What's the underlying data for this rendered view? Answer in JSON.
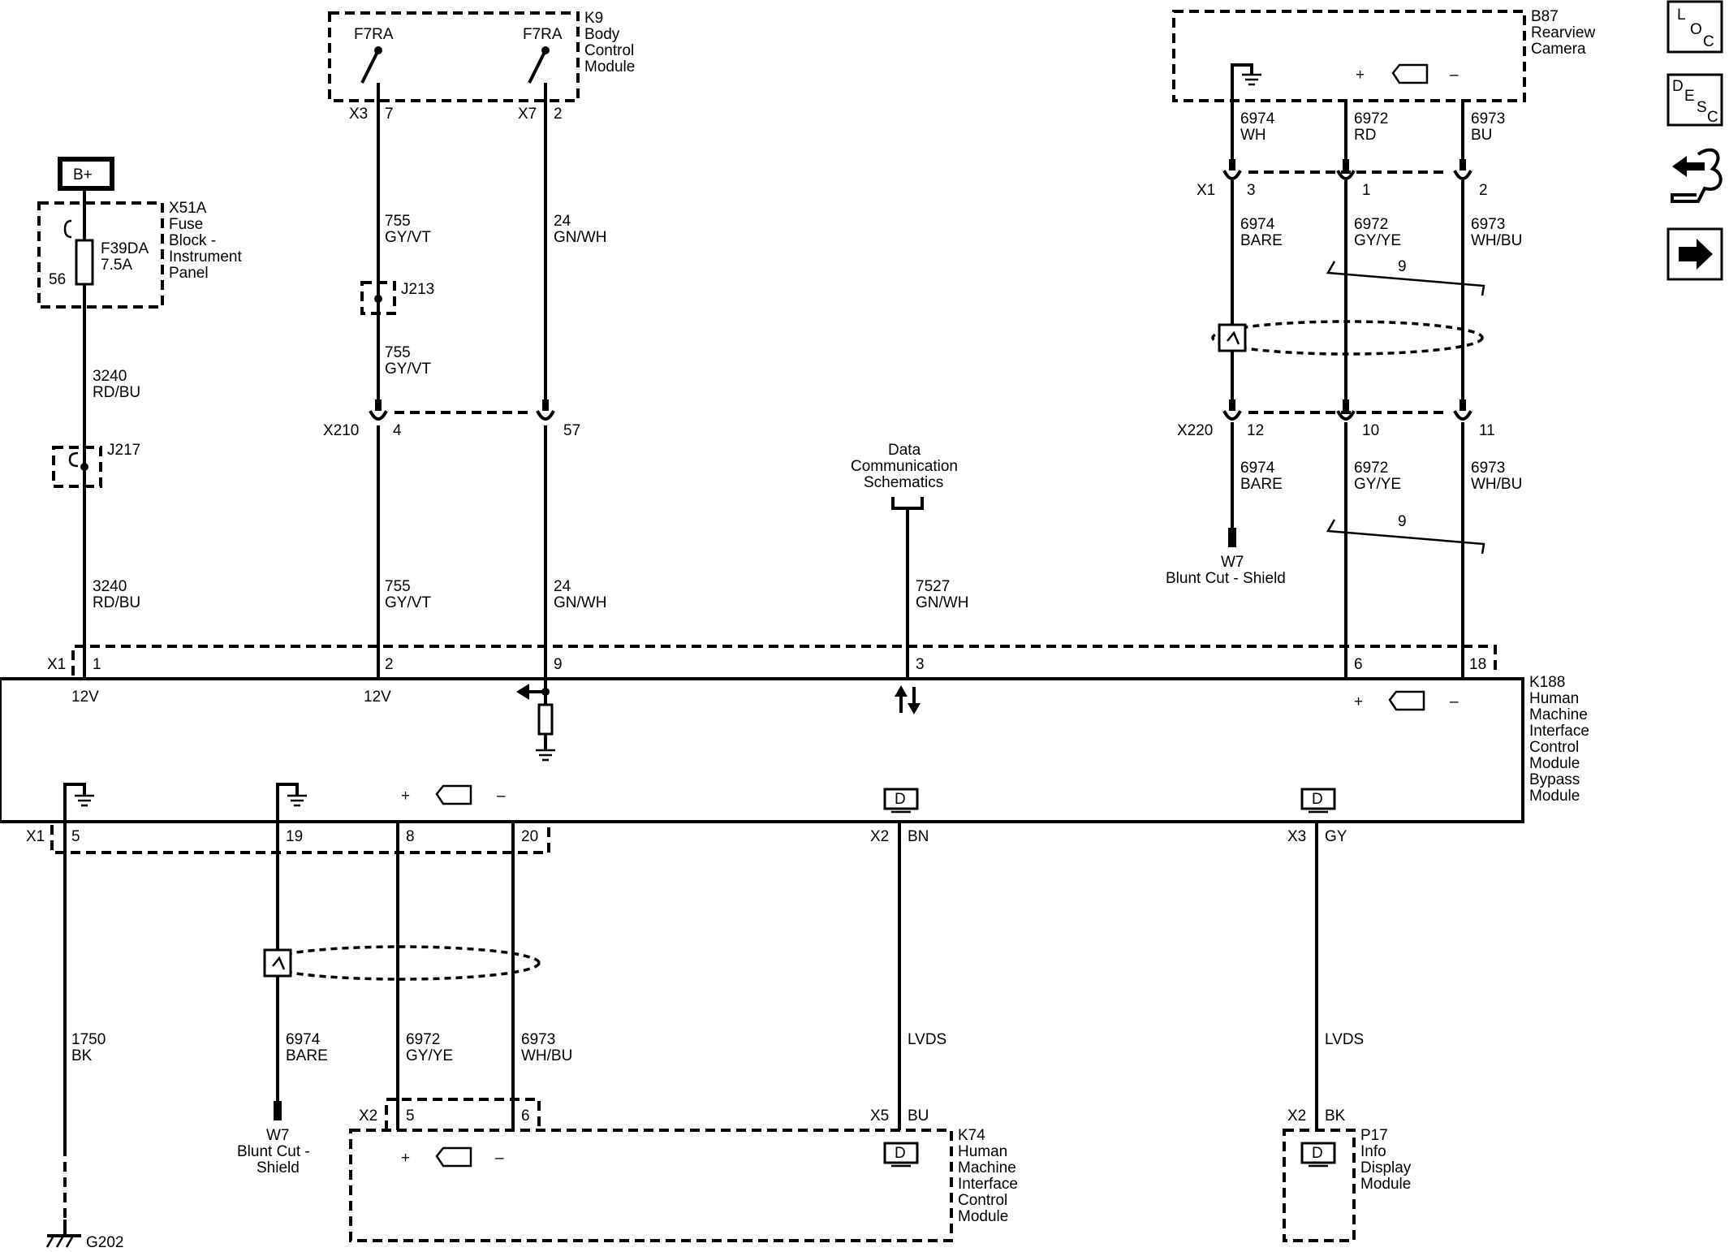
{
  "nav": {
    "loc": {
      "l1": "L",
      "l2": "O",
      "l3": "C"
    },
    "desc": {
      "l1": "D",
      "l2": "E",
      "l3": "S",
      "l4": "C"
    }
  },
  "power": {
    "label": "B+"
  },
  "fuse_block": {
    "ref": "X51A",
    "name": [
      "Fuse",
      "Block -",
      "Instrument",
      "Panel"
    ],
    "fuse": "F39DA",
    "rating": "7.5A",
    "pin": "56"
  },
  "bcm": {
    "ref": "K9",
    "name": [
      "Body",
      "Control",
      "Module"
    ],
    "switch_a": "F7RA",
    "switch_b": "F7RA",
    "conn_a": "X3",
    "pin_a": "7",
    "conn_b": "X7",
    "pin_b": "2"
  },
  "camera": {
    "ref": "B87",
    "name": [
      "Rearview",
      "Camera"
    ],
    "plus": "+",
    "minus": "–"
  },
  "wires": {
    "w3240_a": {
      "num": "3240",
      "color": "RD/BU"
    },
    "w3240_b": {
      "num": "3240",
      "color": "RD/BU"
    },
    "w755_a": {
      "num": "755",
      "color": "GY/VT"
    },
    "w755_b": {
      "num": "755",
      "color": "GY/VT"
    },
    "w755_c": {
      "num": "755",
      "color": "GY/VT"
    },
    "w24_a": {
      "num": "24",
      "color": "GN/WH"
    },
    "w24_b": {
      "num": "24",
      "color": "GN/WH"
    },
    "w7527": {
      "num": "7527",
      "color": "GN/WH"
    },
    "cam_6974": {
      "num": "6974",
      "color": "WH"
    },
    "cam_6972": {
      "num": "6972",
      "color": "RD"
    },
    "cam_6973": {
      "num": "6973",
      "color": "BU"
    },
    "x1_6974": {
      "num": "6974",
      "color": "BARE"
    },
    "x1_6972": {
      "num": "6972",
      "color": "GY/YE"
    },
    "x1_6973": {
      "num": "6973",
      "color": "WH/BU"
    },
    "x220_6974": {
      "num": "6974",
      "color": "BARE"
    },
    "x220_6972": {
      "num": "6972",
      "color": "GY/YE"
    },
    "x220_6973": {
      "num": "6973",
      "color": "WH/BU"
    },
    "g1750": {
      "num": "1750",
      "color": "BK"
    },
    "low_6974": {
      "num": "6974",
      "color": "BARE"
    },
    "low_6972": {
      "num": "6972",
      "color": "GY/YE"
    },
    "low_6973": {
      "num": "6973",
      "color": "WH/BU"
    },
    "lvds_a": "LVDS",
    "lvds_b": "LVDS"
  },
  "splices": {
    "j213": "J213",
    "j217": "J217"
  },
  "twist": {
    "upper": "9",
    "lower": "9"
  },
  "connectors": {
    "x1_top": {
      "ref": "X1",
      "p1": "3",
      "p2": "1",
      "p3": "2"
    },
    "x220": {
      "ref": "X220",
      "p1": "12",
      "p2": "10",
      "p3": "11"
    },
    "x210": {
      "ref": "X210",
      "p1": "4",
      "p2": "57"
    },
    "k188_x1_top": {
      "ref": "X1",
      "p1": "1",
      "p2": "2",
      "p3": "9",
      "p4": "3",
      "p5": "6",
      "p6": "18"
    },
    "k188_x1_bot": {
      "ref": "X1",
      "p1": "5",
      "p2": "19",
      "p3": "8",
      "p4": "20"
    },
    "k188_x2": {
      "ref": "X2",
      "color": "BN"
    },
    "k188_x3": {
      "ref": "X3",
      "color": "GY"
    },
    "k74_x2": {
      "ref": "X2",
      "p1": "5",
      "p2": "6"
    },
    "k74_x5": {
      "ref": "X5",
      "color": "BU"
    },
    "p17_x2": {
      "ref": "X2",
      "color": "BK"
    }
  },
  "shield_top": {
    "ref": "W7",
    "name": "Blunt Cut - Shield"
  },
  "shield_bot": {
    "ref": "W7",
    "name": [
      "Blunt Cut -",
      "Shield"
    ]
  },
  "data_comm": [
    "Data",
    "Communication",
    "Schematics"
  ],
  "k188": {
    "ref": "K188",
    "name": [
      "Human",
      "Machine",
      "Interface",
      "Control",
      "Module",
      "Bypass",
      "Module"
    ],
    "v1": "12V",
    "v2": "12V",
    "plus": "+",
    "minus": "–",
    "plus_b": "+",
    "minus_b": "–",
    "d_a": "D",
    "d_b": "D"
  },
  "k74": {
    "ref": "K74",
    "name": [
      "Human",
      "Machine",
      "Interface",
      "Control",
      "Module"
    ],
    "plus": "+",
    "minus": "–",
    "d": "D"
  },
  "p17": {
    "ref": "P17",
    "name": [
      "Info",
      "Display",
      "Module"
    ],
    "d": "D"
  },
  "ground": {
    "ref": "G202"
  }
}
